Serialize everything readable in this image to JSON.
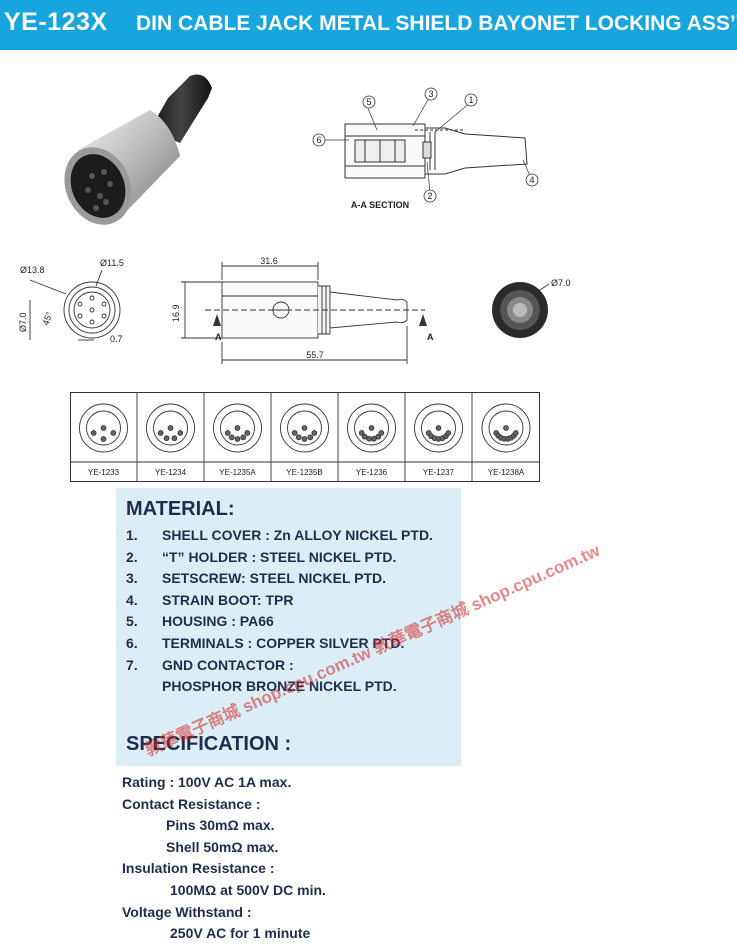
{
  "header": {
    "model": "YE-123X",
    "title": "DIN CABLE JACK METAL SHIELD BAYONET LOCKING ASS’Y"
  },
  "section_view": {
    "caption": "A-A SECTION",
    "callouts": [
      "1",
      "2",
      "3",
      "4",
      "5",
      "6"
    ]
  },
  "dimensions": {
    "outer_dia": "Ø13.8",
    "inner_dia": "Ø11.5",
    "pin_circle": "Ø7.0",
    "angle": "45°",
    "pin_spacing": "0.7",
    "shell_length": "31.6",
    "overall_length": "55.7",
    "height": "16.9",
    "section_mark": "A",
    "boot_dia": "Ø7.0"
  },
  "pin_layouts": [
    "YE-1233",
    "YE-1234",
    "YE-1235A",
    "YE-1235B",
    "YE-1236",
    "YE-1237",
    "YE-1238A"
  ],
  "material": {
    "title": "MATERIAL:",
    "items": [
      {
        "num": "1.",
        "text": "SHELL COVER : Zn ALLOY NICKEL PTD."
      },
      {
        "num": "2.",
        "text": "“T” HOLDER : STEEL NICKEL PTD."
      },
      {
        "num": "3.",
        "text": "SETSCREW: STEEL NICKEL PTD."
      },
      {
        "num": "4.",
        "text": "STRAIN  BOOT: TPR"
      },
      {
        "num": "5.",
        "text": "HOUSING : PA66"
      },
      {
        "num": "6.",
        "text": "TERMINALS : COPPER SILVER PTD."
      },
      {
        "num": "7.",
        "text": "GND CONTACTOR :"
      }
    ],
    "item7_cont": "PHOSPHOR BRONZE NICKEL PTD."
  },
  "specification": {
    "title": "SPECIFICATION :",
    "rating": "Rating :  100V AC 1A max.",
    "contact_resistance": "Contact  Resistance :",
    "pins": "Pins  30mΩ max.",
    "shell": "Shell 50mΩ max.",
    "insulation_resistance": "Insulation Resistance :",
    "insulation_value": "100MΩ at 500V DC min.",
    "voltage_withstand": "Voltage Withstand :",
    "voltage_value": "250V AC for 1 minute"
  },
  "watermark": {
    "text1": "敦華電子商城 shop.cpu.com.tw 敦華電子商城 shop.cpu.com.tw"
  },
  "colors": {
    "header_bg": "#17a5dd",
    "material_bg": "#dbeef6",
    "text": "#1f2d4d",
    "watermark": "#d62828"
  }
}
